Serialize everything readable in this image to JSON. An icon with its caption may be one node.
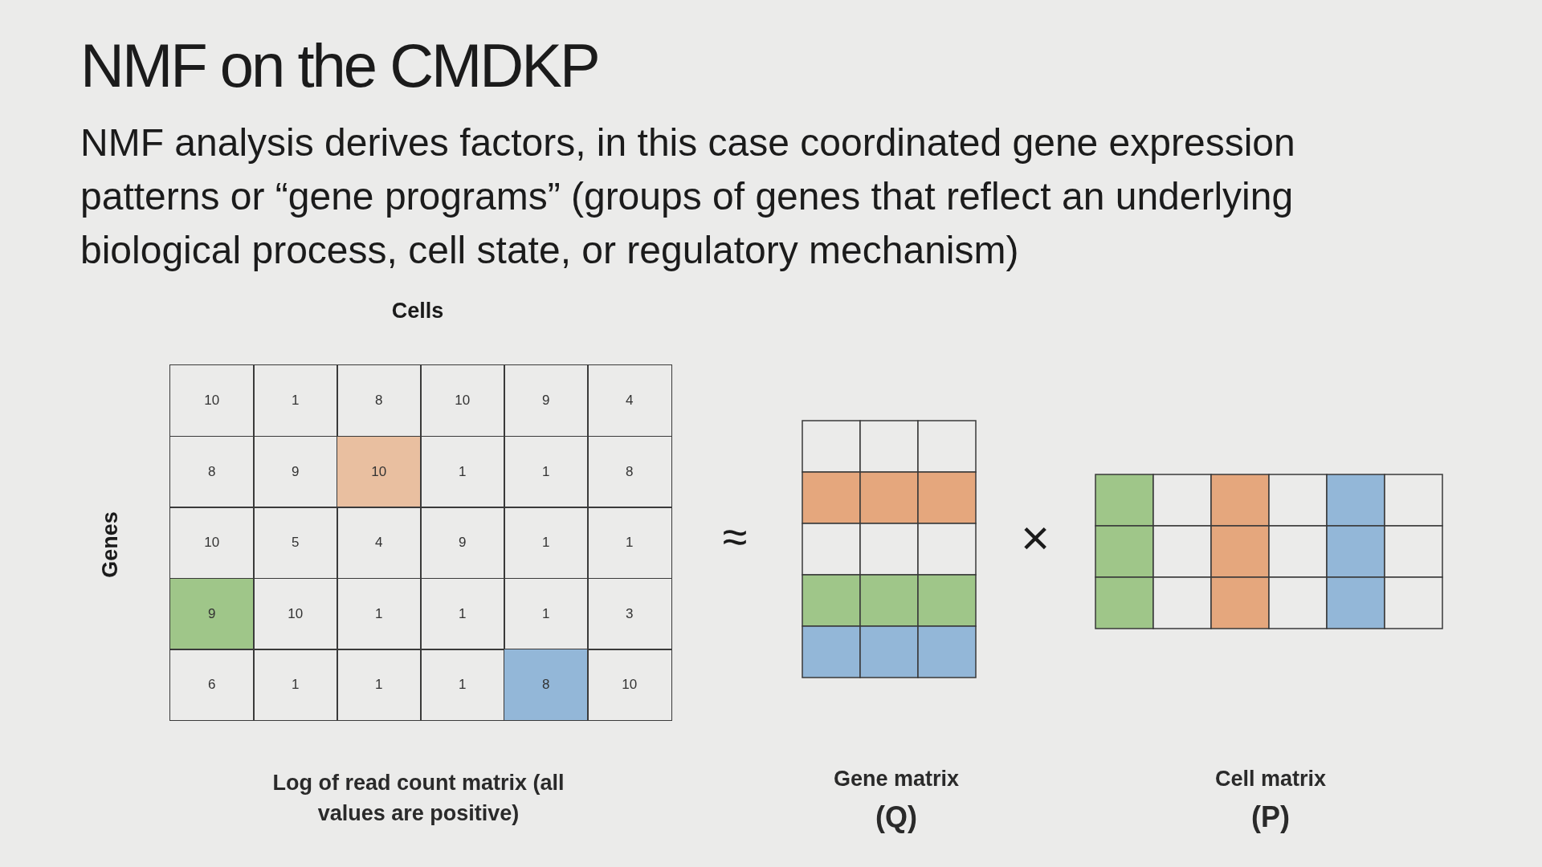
{
  "diagram": {
    "title": "NMF on the CMDKP",
    "labels": [
      "NMF analysis derives factors, in this case coordinated gene expression patterns or “gene programs” (groups of genes that reflect an underlying biological process, cell state, or regulatory mechanism)",
      "Cells",
      "Genes",
      "10",
      "1",
      "8",
      "10",
      "9",
      "4",
      "8",
      "9",
      "10",
      "1",
      "1",
      "8",
      "10",
      "5",
      "4",
      "9",
      "1",
      "1",
      "9",
      "10",
      "1",
      "1",
      "1",
      "3",
      "6",
      "1",
      "1",
      "1",
      "8",
      "10",
      "≈",
      "×",
      "Log of read count matrix (all values are positive)",
      "Gene matrix",
      "(Q)",
      "Cell matrix",
      "(P)"
    ]
  }
}
